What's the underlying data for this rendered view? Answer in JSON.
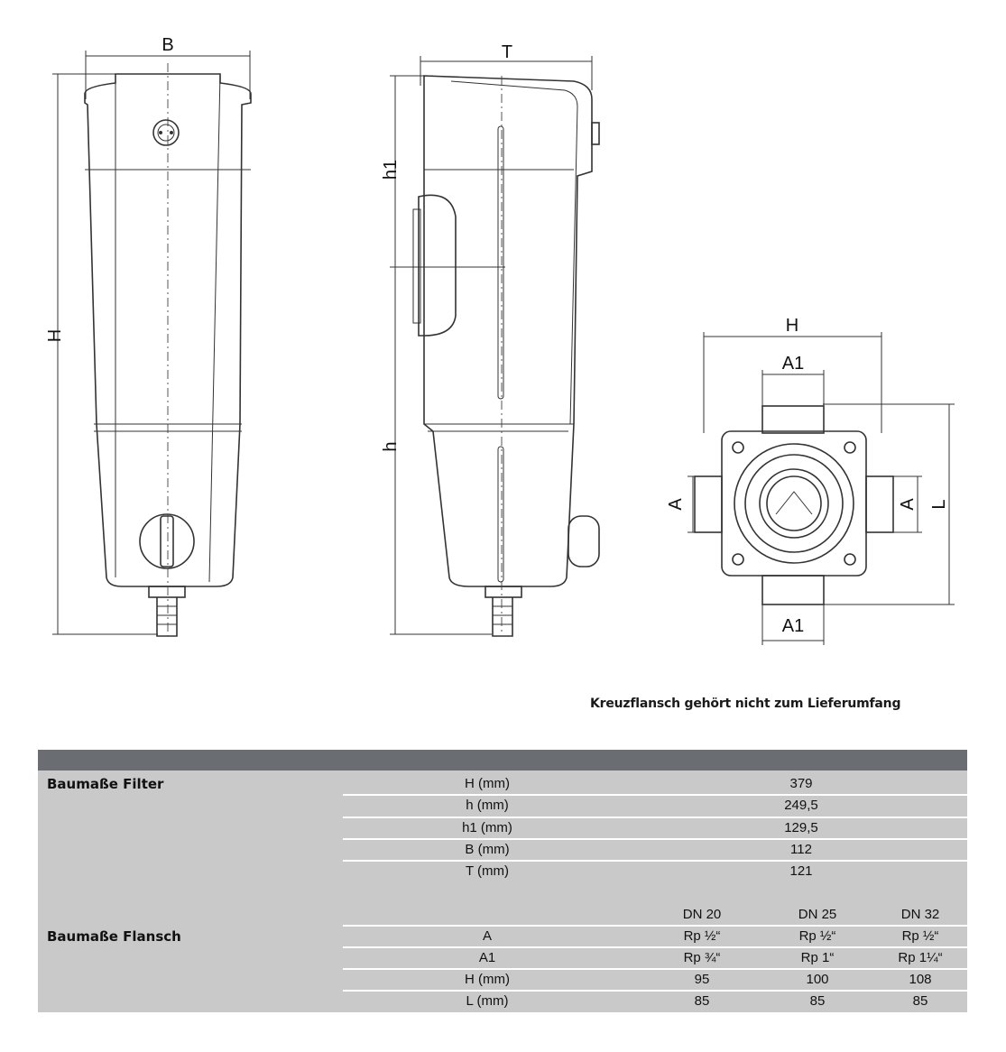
{
  "drawing": {
    "front_view": {
      "width_label": "B",
      "height_label": "H"
    },
    "side_view": {
      "depth_label": "T",
      "upper_label": "h1",
      "lower_label": "h"
    },
    "flange_view": {
      "width_label": "H",
      "top_a1_label": "A1",
      "bottom_a1_label": "A1",
      "left_a_label": "A",
      "right_a_label": "A",
      "length_label": "L"
    }
  },
  "note": "Kreuzflansch gehört nicht zum Lieferumfang",
  "table": {
    "filter": {
      "title": "Baumaße Filter",
      "rows": [
        {
          "label": "H (mm)",
          "value": "379"
        },
        {
          "label": "h (mm)",
          "value": "249,5"
        },
        {
          "label": "h1 (mm)",
          "value": "129,5"
        },
        {
          "label": "B (mm)",
          "value": "112"
        },
        {
          "label": "T (mm)",
          "value": "121"
        }
      ]
    },
    "flansch": {
      "title": "Baumaße Flansch",
      "columns": [
        "DN 20",
        "DN 25",
        "DN 32"
      ],
      "rows": [
        {
          "label": "A",
          "values": [
            "Rp ½“",
            "Rp ½“",
            "Rp ½“"
          ]
        },
        {
          "label": "A1",
          "values": [
            "Rp ¾“",
            "Rp 1“",
            "Rp 1¼“"
          ]
        },
        {
          "label": "H (mm)",
          "values": [
            "95",
            "100",
            "108"
          ]
        },
        {
          "label": "L (mm)",
          "values": [
            "85",
            "85",
            "85"
          ]
        }
      ]
    }
  }
}
